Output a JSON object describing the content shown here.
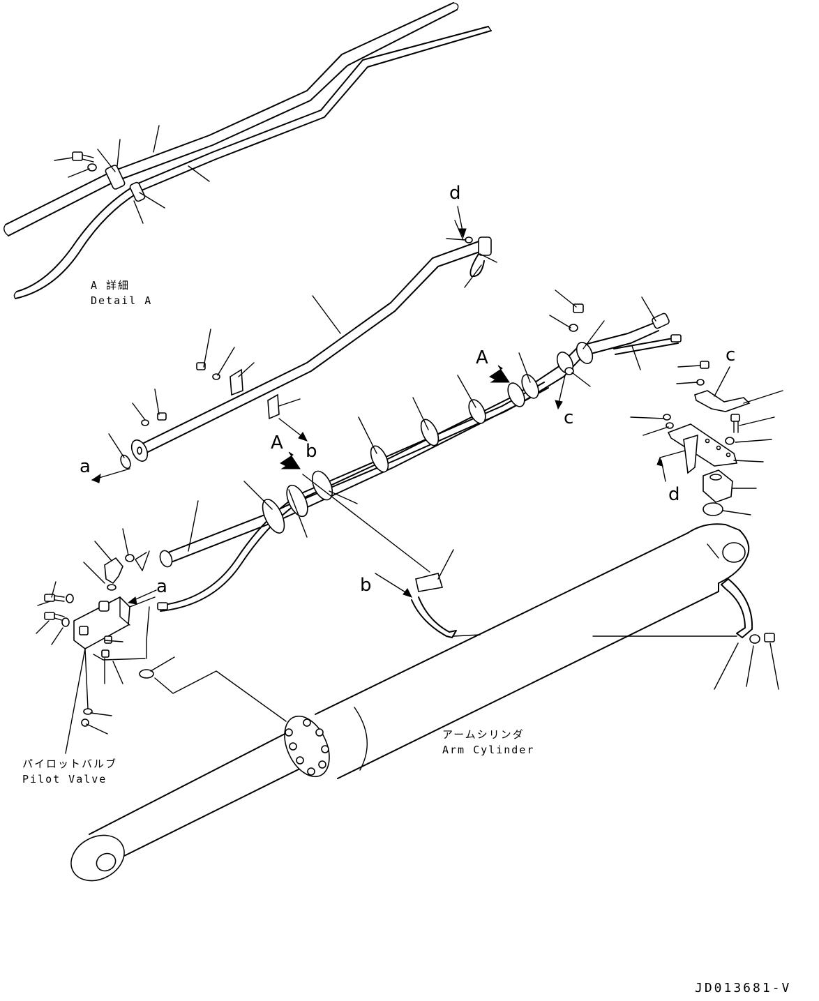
{
  "detail_title": {
    "ja": "A 詳細",
    "en": "Detail A"
  },
  "arm_cylinder": {
    "ja": "アームシリンダ",
    "en": "Arm Cylinder"
  },
  "pilot_valve": {
    "ja": "パイロットバルブ",
    "en": "Pilot Valve"
  },
  "letters": {
    "d_top": "d",
    "A_upper": "A",
    "c_upper": "c",
    "c_right": "c",
    "b_mid": "b",
    "A_lower": "A",
    "a_left": "a",
    "d_right": "d",
    "b_lower": "b",
    "a_valve": "a"
  },
  "drawing_code": "JD013681-V"
}
